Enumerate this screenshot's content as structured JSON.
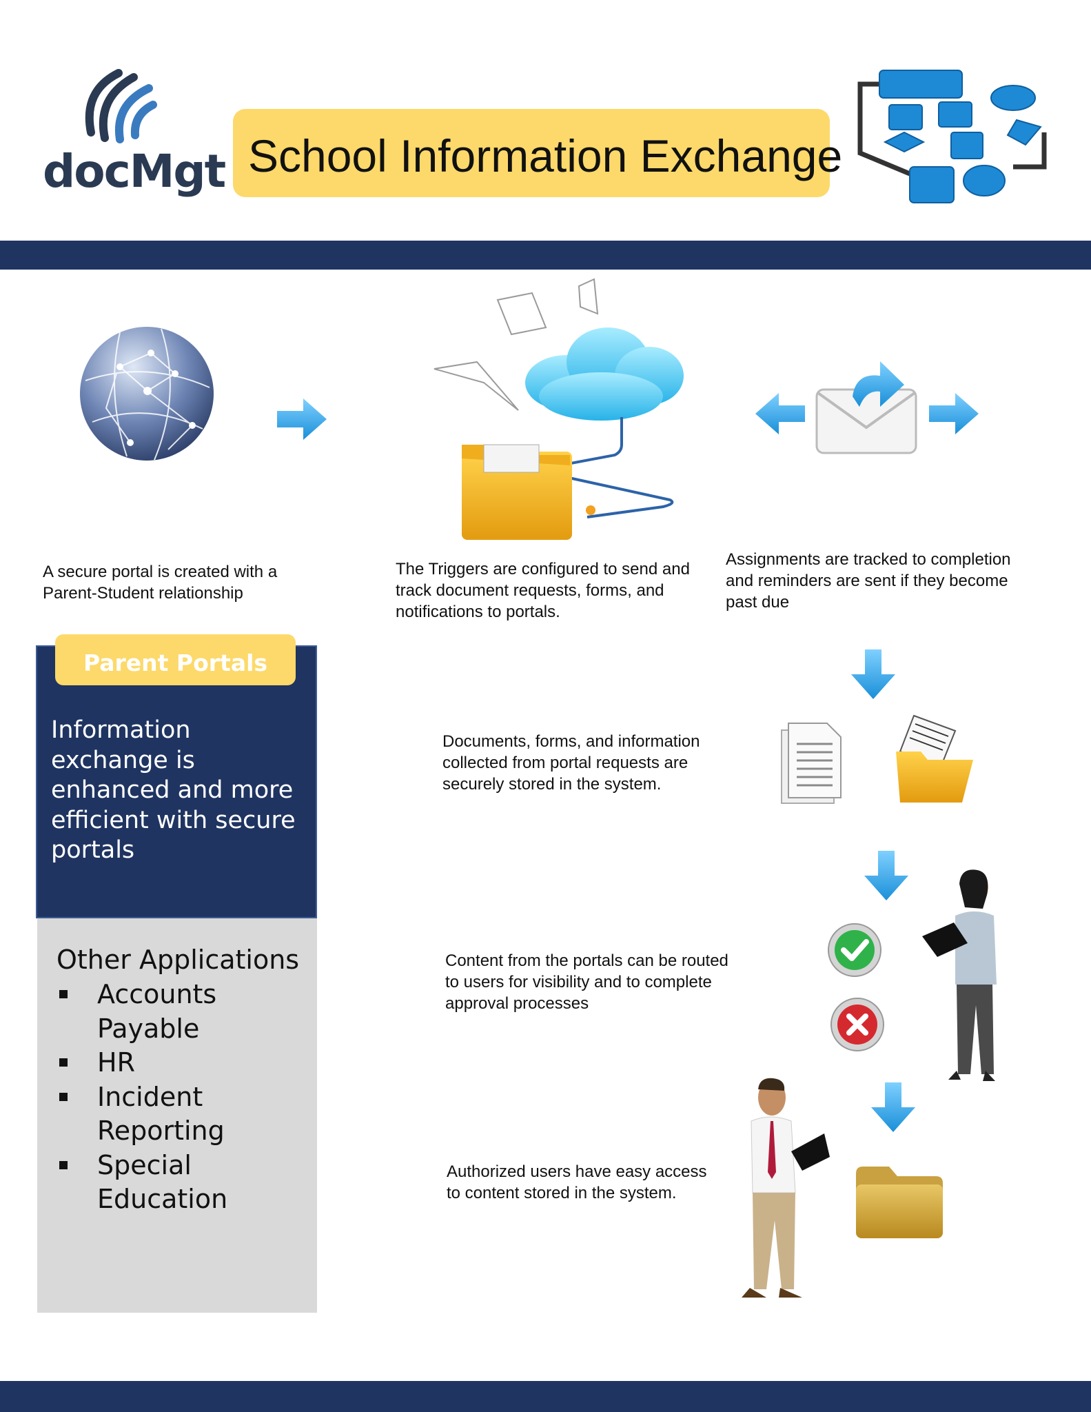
{
  "header": {
    "logo_text": "docMgt",
    "title": "School Information Exchange"
  },
  "steps": [
    {
      "text": "A secure portal is created with a Parent-Student relationship"
    },
    {
      "text": "The Triggers are configured to send and track document requests, forms, and notifications to portals."
    },
    {
      "text": "Assignments are tracked to completion and reminders are sent if they become past due"
    },
    {
      "text": "Documents, forms, and information collected from portal requests are securely stored in the system."
    },
    {
      "text": "Content from the portals can be routed to users for visibility and to complete approval processes"
    },
    {
      "text": "Authorized users have easy access to content stored in the system."
    }
  ],
  "parent_portals": {
    "label": "Parent Portals",
    "text": "Information exchange is enhanced and more efficient with secure portals"
  },
  "other_applications": {
    "title": "Other Applications",
    "items": [
      "Accounts Payable",
      "HR",
      "Incident Reporting",
      "Special Education"
    ]
  },
  "colors": {
    "navy": "#1f3461",
    "yellow": "#fcd96a",
    "gray": "#d9d9d9",
    "arrow_blue": "#29a3e6"
  },
  "icons": [
    "logo-stripes-icon",
    "flowchart-icon",
    "globe-icon",
    "cloud-icon",
    "folder-icon",
    "envelope-icon",
    "document-icon",
    "check-icon",
    "x-icon",
    "woman-laptop-icon",
    "man-laptop-icon",
    "arrow-right-icon",
    "arrow-left-icon",
    "arrow-down-icon"
  ]
}
